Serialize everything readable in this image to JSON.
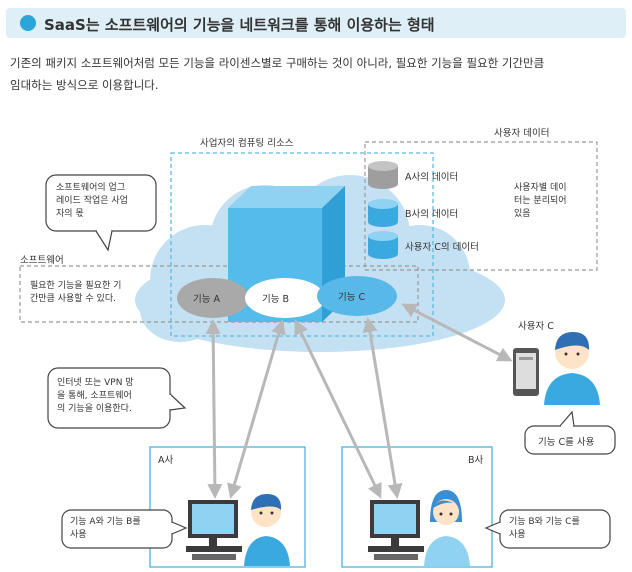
{
  "header": {
    "title": "SaaS는 소프트웨어의 기능을 네트워크를 통해 이용하는 형태"
  },
  "intro": {
    "line1": "기존의 패키지 소프트웨어처럼 모든 기능을 라이센스별로 구매하는 것이 아니라, 필요한 기능을 필요한 기간만큼",
    "line2": "임대하는 방식으로 이용합니다."
  },
  "labels": {
    "provider_resources": "사업자의 컴퓨팅 리소스",
    "user_data": "사용자 데이터",
    "software": "소프트웨어",
    "db_a": "A사의 데이터",
    "db_b": "B사의 데이터",
    "db_c": "사용자 C의 데이터",
    "user_data_note": [
      "사용자별 데이",
      "터는 분리되어",
      "있음"
    ],
    "software_note": [
      "필요한 기능을 필요한 기",
      "간만큼 사용할 수 있다."
    ],
    "func_a": "기능 A",
    "func_b": "기능 B",
    "func_c": "기능 C",
    "user_c": "사용자 C",
    "company_a": "A사",
    "company_b": "B사"
  },
  "callouts": {
    "upgrade": [
      "소프트웨어의 업그",
      "레이드 작업은 사업",
      "자의 몫"
    ],
    "network": [
      "인터넷 또는 VPN 망",
      "을 통해, 소프트웨어",
      "의 기능을 이용한다."
    ],
    "user_c_use": [
      "기능 C를 사용"
    ],
    "company_a_use": [
      "기능 A와 기능 B를",
      "사용"
    ],
    "company_b_use": [
      "기능 B와 기능 C를",
      "사용"
    ]
  },
  "colors": {
    "accent": "#2aa6d9",
    "cloud": "#c4e1f3",
    "cube_front": "#55bbea",
    "cube_top": "#8fd2f2",
    "cube_side": "#2f9fd6",
    "dashed_blue": "#5bbbe3",
    "dashed_gray": "#999999",
    "arrow": "#b8b8b8"
  }
}
